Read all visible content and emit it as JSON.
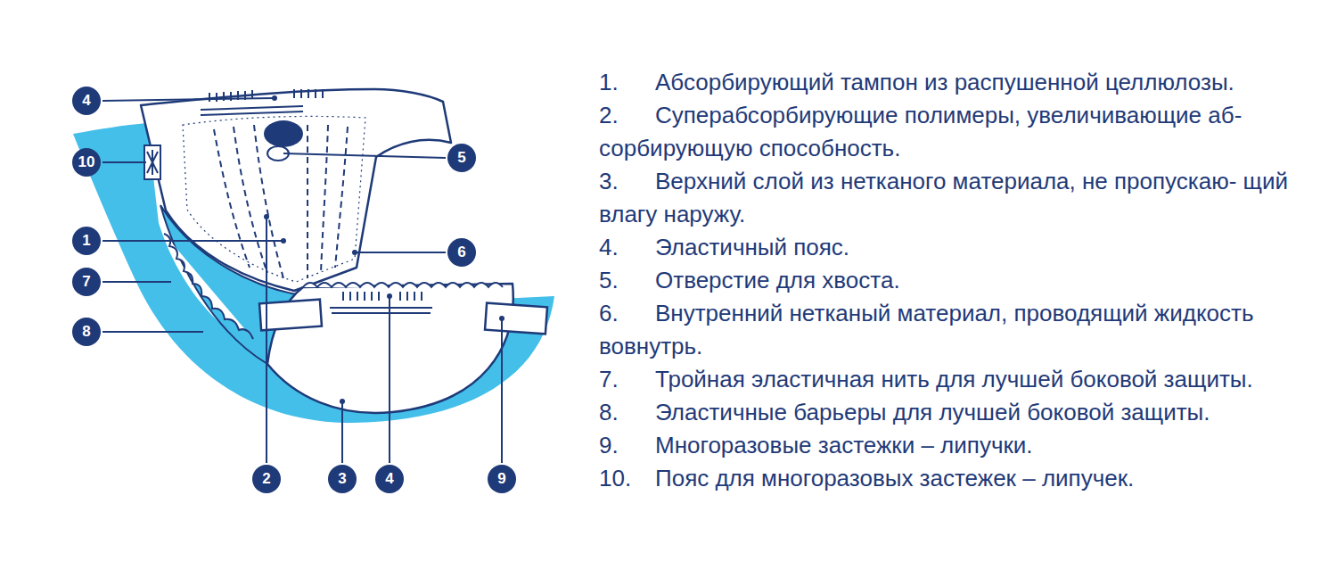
{
  "diagram": {
    "nodes": [
      {
        "text": [
          "4"
        ]
      },
      {
        "text": [
          "5"
        ]
      },
      {
        "text": [
          "10"
        ]
      },
      {
        "text": [
          "1"
        ]
      },
      {
        "text": [
          "6"
        ]
      },
      {
        "text": [
          "7"
        ]
      },
      {
        "text": [
          "8"
        ]
      },
      {
        "text": [
          "2"
        ]
      },
      {
        "text": [
          "3"
        ]
      },
      {
        "text": [
          "4"
        ]
      },
      {
        "text": [
          "9"
        ]
      }
    ],
    "labels": [
      "1.",
      "Абсорбирующий тампон из распушенной целлюлозы.",
      "2.",
      "Суперабсорбирующие полимеры, увеличивающие аб- сорбирующую способность.",
      "3.",
      "Верхний слой из нетканого материала, не пропускаю- щий влагу наружу.",
      "4.",
      "Эластичный пояс.",
      "5.",
      "Отверстие для хвоста.",
      "6.",
      "Внутренний нетканый материал, проводящий жидкость вовнутрь.",
      "7.",
      "Тройная эластичная нить для лучшей боковой защиты.",
      "8.",
      "Эластичные барьеры для лучшей боковой защиты.",
      "9.",
      "Многоразовые застежки – липучки.",
      "10.",
      "Пояс для многоразовых застежек – липучек."
    ]
  }
}
